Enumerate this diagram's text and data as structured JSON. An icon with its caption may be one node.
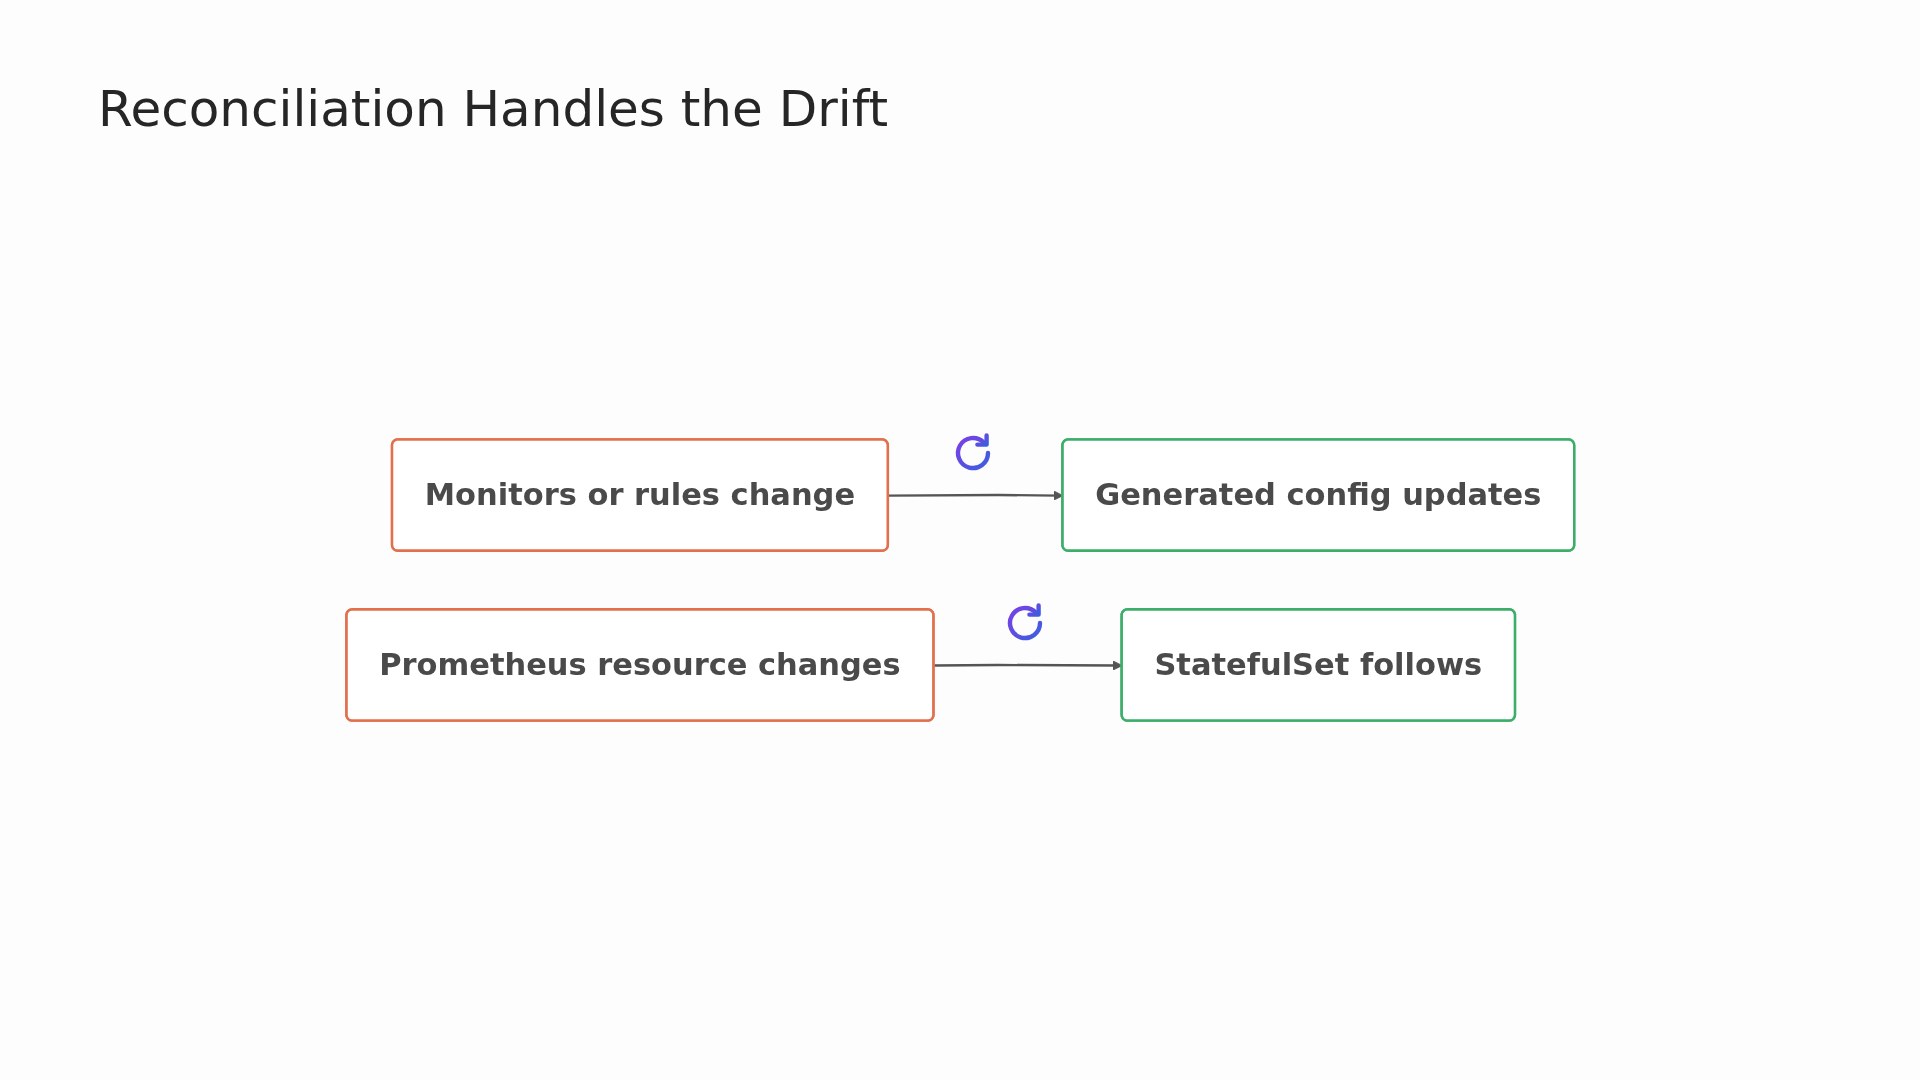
{
  "diagram": {
    "title": "Reconciliation Handles the Drift",
    "nodes": [
      {
        "text": [
          "Monitors or rules change"
        ]
      },
      {
        "text": [
          "Generated config updates"
        ]
      },
      {
        "text": [
          "Prometheus resource changes"
        ]
      },
      {
        "text": [
          "StatefulSet follows"
        ]
      }
    ],
    "edges": [
      {
        "from": 0,
        "to": 1,
        "arrow": "to"
      },
      {
        "from": 2,
        "to": 3,
        "arrow": "to"
      }
    ]
  }
}
